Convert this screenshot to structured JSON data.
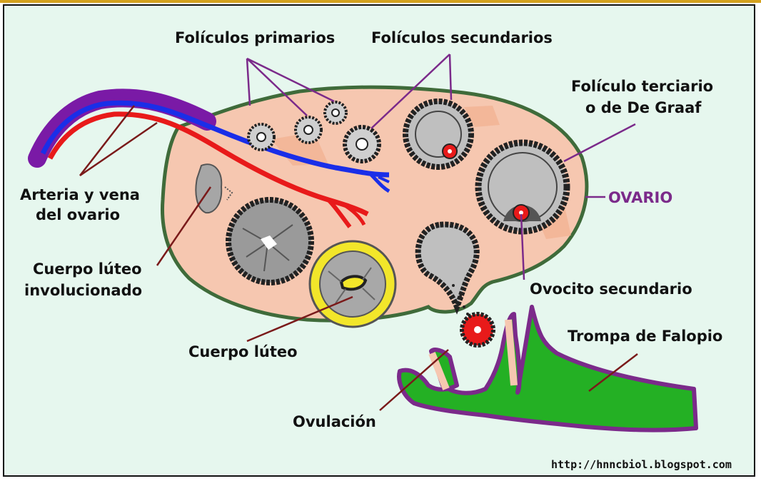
{
  "labels": {
    "primary_follicles": "Folículos primarios",
    "secondary_follicles": "Folículos secundarios",
    "tertiary_follicle_line1": "Folículo terciario",
    "tertiary_follicle_line2": "o de De Graaf",
    "artery_vein_line1": "Arteria y vena",
    "artery_vein_line2": "del ovario",
    "ovary": "OVARIO",
    "involuted_corpus_luteum_line1": "Cuerpo lúteo",
    "involuted_corpus_luteum_line2": "involucionado",
    "secondary_oocyte": "Ovocito secundario",
    "fallopian_tube": "Trompa de Falopio",
    "corpus_luteum": "Cuerpo lúteo",
    "ovulation": "Ovulación"
  },
  "credit": "http://hnncbiol.blogspot.com",
  "colors": {
    "background": "#e6f7ee",
    "ovary_fill": "#f6c7b0",
    "ovary_border": "#3f6b3a",
    "vein": "#1a2ee8",
    "artery": "#e81a1a",
    "vessel_outer": "#7a1aa6",
    "follicle_gray": "#bfbfbf",
    "oocyte_red": "#e81a1a",
    "corpus_luteum_yellow": "#f2e62a",
    "tube_green": "#24b024",
    "tube_border": "#7b2a8a",
    "ovary_label": "#7b2a8a",
    "leader_line": "#7a1a1a",
    "leader_purple": "#7b2a8a"
  }
}
